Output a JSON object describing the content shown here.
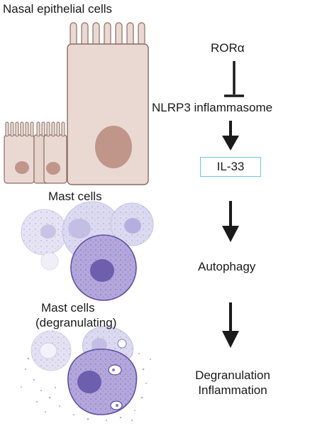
{
  "left_labels": {
    "nasal_epithelial": "Nasal epithelial cells",
    "mast_cells": "Mast cells",
    "mast_cells_degranulating_line1": "Mast cells",
    "mast_cells_degranulating_line2": "(degranulating)"
  },
  "pathway": {
    "ror_alpha": "RORα",
    "nlrp3": "NLRP3 inflammasome",
    "il33": "IL-33",
    "autophagy": "Autophagy",
    "degranulation": "Degranulation",
    "inflammation": "Inflammation"
  },
  "colors": {
    "epithelial_fill": "#ead9d2",
    "epithelial_stroke": "#8a6d63",
    "nucleus": "#c0958a",
    "mast_light": "#dcdaf0",
    "mast_dark": "#a99bd2",
    "mast_nucleus": "#6e5eae",
    "il33_border": "#6cc6e8",
    "arrow": "#1a1a1a"
  }
}
